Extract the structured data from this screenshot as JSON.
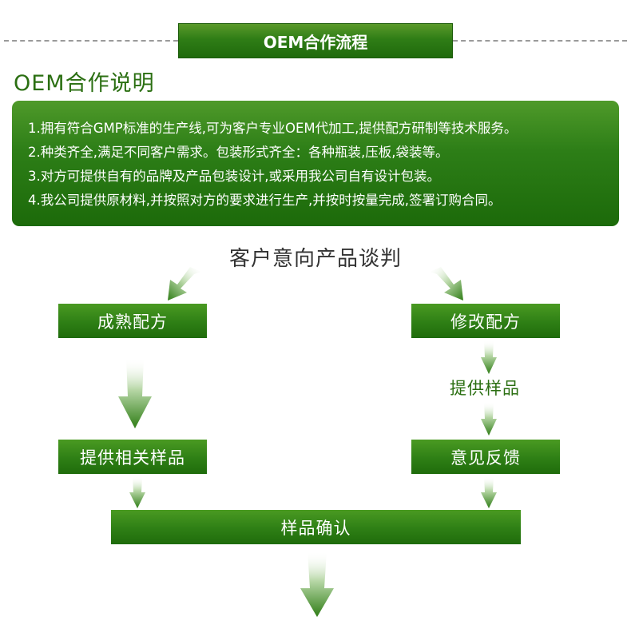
{
  "banner": {
    "title": "OEM合作流程"
  },
  "section_title": "OEM合作说明",
  "info_lines": [
    "1.拥有符合GMP标准的生产线,可为客户专业OEM代加工,提供配方研制等技术服务。",
    "2.种类齐全,满足不同客户需求。包装形式齐全：各种瓶装,压板,袋装等。",
    "3.对方可提供自有的品牌及产品包装设计,或采用我公司自有设计包装。",
    "4.我公司提供原材料,并按照对方的要求进行生产,并按时按量完成,签署订购合同。"
  ],
  "flow": {
    "start": "客户意向产品谈判",
    "left_step1": "成熟配方",
    "left_step2": "提供相关样品",
    "right_step1": "修改配方",
    "right_text": "提供样品",
    "right_step2": "意见反馈",
    "confirm": "样品确认"
  },
  "colors": {
    "green_dark": "#1f6a0c",
    "green_light": "#5a9a2a",
    "text_green": "#2b6f12",
    "dash": "#9a9a9a"
  }
}
